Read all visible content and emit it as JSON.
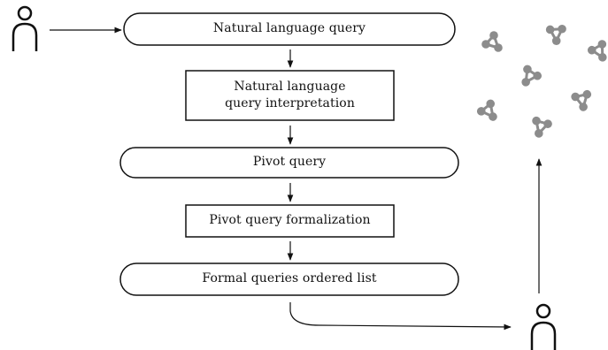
{
  "nodes": {
    "nl_query": {
      "label": "Natural language query",
      "shape": "rounded"
    },
    "nl_interp": {
      "line1": "Natural language",
      "line2": "query interpretation",
      "shape": "rect"
    },
    "pivot_query": {
      "label": "Pivot query",
      "shape": "rounded"
    },
    "pivot_formal": {
      "label": "Pivot query formalization",
      "shape": "rect"
    },
    "formal_list": {
      "label": "Formal queries ordered list",
      "shape": "rounded"
    }
  },
  "figures": [
    "user-icon",
    "user-icon"
  ],
  "knowledge_graph_icons": 7,
  "colors": {
    "stroke": "#111111",
    "graph_nodes": "#8c8c8c",
    "background": "#ffffff"
  }
}
